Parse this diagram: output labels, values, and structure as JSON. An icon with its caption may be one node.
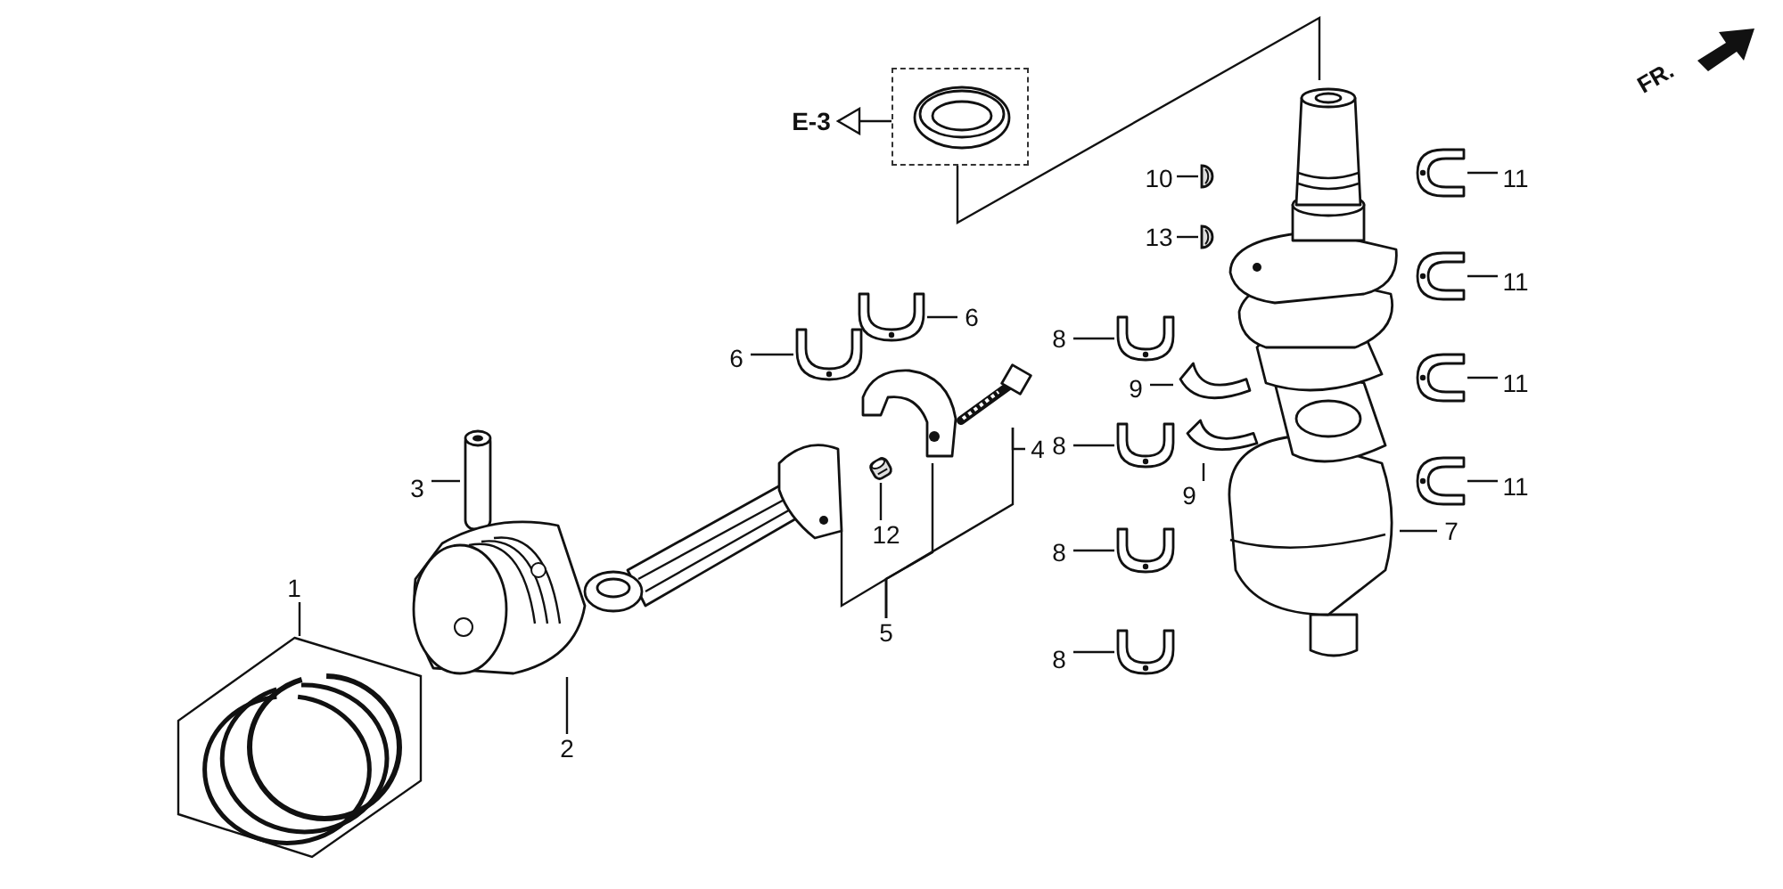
{
  "diagram": {
    "nodes": [
      {
        "text": [
          "E-3"
        ]
      },
      {
        "text": [],
        "shape": "box"
      },
      {
        "text": [],
        "shape": "picture",
        "in": 1
      },
      {
        "text": [],
        "shape": "picture"
      },
      {
        "text": [
          "10"
        ]
      },
      {
        "text": [],
        "shape": "picture"
      },
      {
        "text": [
          "13"
        ]
      },
      {
        "text": [],
        "shape": "picture"
      },
      {
        "text": [
          "11"
        ]
      },
      {
        "text": [],
        "shape": "picture"
      },
      {
        "text": [
          "11"
        ]
      },
      {
        "text": [],
        "shape": "picture"
      },
      {
        "text": [
          "11"
        ]
      },
      {
        "text": [],
        "shape": "picture"
      },
      {
        "text": [
          "11"
        ]
      },
      {
        "text": [],
        "shape": "picture"
      },
      {
        "text": [
          "6"
        ]
      },
      {
        "text": [],
        "shape": "picture"
      },
      {
        "text": [
          "6"
        ]
      },
      {
        "text": [],
        "shape": "picture"
      },
      {
        "text": [
          "8"
        ]
      },
      {
        "text": [],
        "shape": "picture"
      },
      {
        "text": [
          "9"
        ]
      },
      {
        "text": [],
        "shape": "picture"
      },
      {
        "text": [],
        "shape": "picture"
      },
      {
        "text": [],
        "shape": "picture"
      },
      {
        "text": [
          "4"
        ]
      },
      {
        "text": [
          "8"
        ]
      },
      {
        "text": [],
        "shape": "picture"
      },
      {
        "text": [
          "9"
        ]
      },
      {
        "text": [],
        "shape": "picture"
      },
      {
        "text": [
          "3"
        ]
      },
      {
        "text": [],
        "shape": "picture"
      },
      {
        "text": [],
        "shape": "picture"
      },
      {
        "text": [],
        "shape": "picture"
      },
      {
        "text": [
          "12"
        ]
      },
      {
        "text": [
          "7"
        ]
      },
      {
        "text": [
          "8"
        ]
      },
      {
        "text": [],
        "shape": "picture"
      },
      {
        "text": [
          "5"
        ]
      },
      {
        "text": [
          "1"
        ]
      },
      {
        "text": [],
        "shape": "picture"
      },
      {
        "text": [],
        "shape": "picture"
      },
      {
        "text": [
          "8"
        ]
      },
      {
        "text": [],
        "shape": "picture"
      },
      {
        "text": [
          "2"
        ]
      }
    ],
    "edges": [
      {
        "from": 1,
        "to": 0,
        "arrow": "to"
      },
      {
        "from": 1,
        "to": 3,
        "arrow": "none"
      },
      {
        "from": 4,
        "to": 5,
        "arrow": "none"
      },
      {
        "from": 6,
        "to": 7,
        "arrow": "none"
      },
      {
        "from": 8,
        "to": 9,
        "arrow": "none"
      },
      {
        "from": 10,
        "to": 11,
        "arrow": "none"
      },
      {
        "from": 12,
        "to": 13,
        "arrow": "none"
      },
      {
        "from": 14,
        "to": 15,
        "arrow": "none"
      },
      {
        "from": 16,
        "to": 17,
        "arrow": "none"
      },
      {
        "from": 18,
        "to": 19,
        "arrow": "none"
      },
      {
        "from": 20,
        "to": 21,
        "arrow": "none"
      },
      {
        "from": 22,
        "to": 23,
        "arrow": "none"
      },
      {
        "from": 26,
        "to": 25,
        "arrow": "none"
      },
      {
        "from": 27,
        "to": 28,
        "arrow": "none"
      },
      {
        "from": 29,
        "to": 30,
        "arrow": "none"
      },
      {
        "from": 31,
        "to": 32,
        "arrow": "none"
      },
      {
        "from": 35,
        "to": 34,
        "arrow": "none"
      },
      {
        "from": 36,
        "to": 3,
        "arrow": "none"
      },
      {
        "from": 37,
        "to": 38,
        "arrow": "none"
      },
      {
        "from": 39,
        "to": 33,
        "arrow": "none"
      },
      {
        "from": 39,
        "to": 24,
        "arrow": "none"
      },
      {
        "from": 39,
        "to": 25,
        "arrow": "none"
      },
      {
        "from": 40,
        "to": 41,
        "arrow": "none"
      },
      {
        "from": 43,
        "to": 44,
        "arrow": "none"
      },
      {
        "from": 45,
        "to": 42,
        "arrow": "none"
      }
    ],
    "labels": [
      "FR."
    ]
  }
}
